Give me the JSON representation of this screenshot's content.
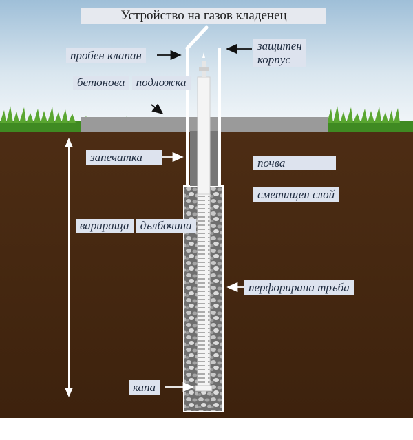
{
  "title": "Устройство на газов кладенец",
  "labels": {
    "probe_valve": "пробен клапан",
    "casing_line1": "защитен",
    "casing_line2": "корпус",
    "pad_line1": "бетонова",
    "pad_line2": "подложка",
    "seal": "запечатка",
    "soil": "почва",
    "waste_layer": "сметищен слой",
    "depth_line1": "варираща",
    "depth_line2": "дълбочина",
    "perforated_pipe": "перфорирана тръба",
    "cap": "капа"
  },
  "colors": {
    "sky_top": "#a9c6dc",
    "sky_bottom": "#f4f7f9",
    "soil": "#4a2a12",
    "grass": "#4f9a2a",
    "concrete": "#9a9a9a",
    "gravel": "#8c8c8c",
    "label_bg": "#dde3ee"
  }
}
